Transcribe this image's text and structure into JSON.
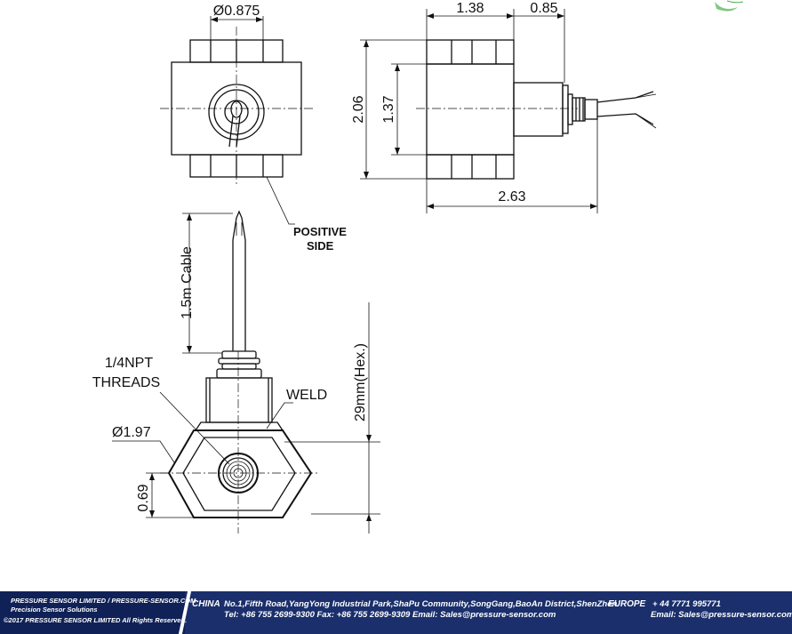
{
  "dimensions": {
    "port_diameter": "Ø0.875",
    "top_width": "1.38",
    "connector_length": "0.85",
    "height_overall": "2.06",
    "height_inner": "1.37",
    "overall_length": "2.63",
    "cable_length": "1.5m Cable",
    "hex_height": "29mm(Hex.)",
    "body_diameter": "Ø1.97",
    "thread_offset": "0.69"
  },
  "labels": {
    "positive_side_1": "POSITIVE",
    "positive_side_2": "SIDE",
    "threads_1": "1/4NPT",
    "threads_2": "THREADS",
    "weld": "WELD"
  },
  "footer": {
    "company": "PRESSURE SENSOR LIMITED / PRESSURE-SENSOR.COM",
    "tagline": "Precision Sensor Solutions",
    "copyright": "©2017 PRESSURE SENSOR LIMITED  All Rights Reserved.",
    "china_label": "CHINA",
    "china_address": "No.1,Fifth Road,YangYong Industrial Park,ShaPu Community,SongGang,BaoAn District,ShenZhen.",
    "china_contact": "Tel: +86 755 2699-9300  Fax: +86 755 2699-9309  Email: Sales@pressure-sensor.com",
    "europe_label": "EUROPE",
    "europe_phone": "+ 44 7771 995771",
    "europe_email": "Email: Sales@pressure-sensor.com"
  },
  "colors": {
    "footer_bg": "#1a2f6b",
    "footer_left_bg": "#0f2156",
    "line": "#111111",
    "logo": "#4caf50"
  }
}
